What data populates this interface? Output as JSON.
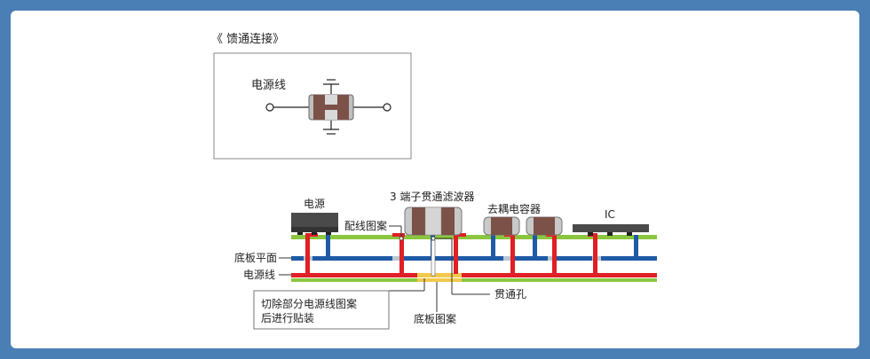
{
  "feedthrough_section": {
    "title": "《 馈通连接》",
    "power_line_label": "电源线"
  },
  "pcb_section": {
    "labels": {
      "power_source": "电源",
      "three_terminal_filter": "3 端子贯通滤波器",
      "decoupling_capacitor": "去耦电容器",
      "ic": "IC",
      "wiring_pattern": "配线图案",
      "ground_plane": "底板平面",
      "power_line": "电源线",
      "via": "贯通孔",
      "ground_pattern": "底板图案",
      "note_line1": "切除部分电源线图案",
      "note_line2": "后进行贴装"
    }
  },
  "colors": {
    "background_frame": "#4a7fb5",
    "green_layer": "#8cc63f",
    "blue_trace": "#1f5aa6",
    "red_trace": "#e01f26",
    "yellow_pattern": "#f2c94c",
    "gray_layer": "#b9c7d3",
    "component_dark": "#4a4a4a",
    "capacitor_body": "#8b5a4a"
  }
}
